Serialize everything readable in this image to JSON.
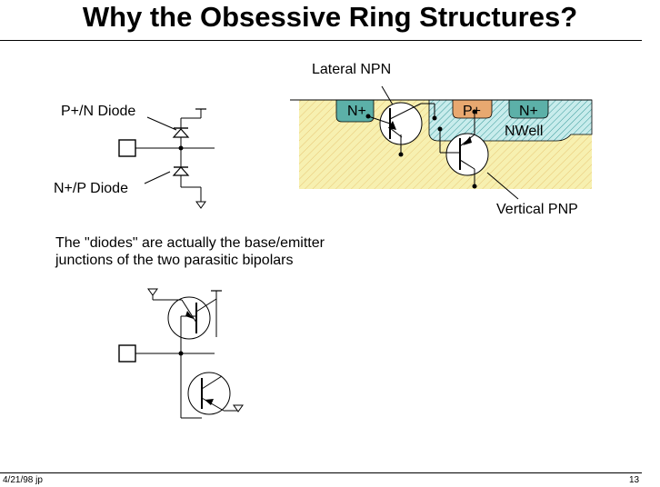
{
  "title": "Why the Obsessive Ring Structures?",
  "labels": {
    "lateral_npn": "Lateral NPN",
    "vertical_pnp": "Vertical PNP",
    "p_n_diode": "P+/N Diode",
    "n_p_diode": "N+/P Diode",
    "n_plus_left": "N+",
    "p_plus": "P+",
    "n_plus_right": "N+",
    "nwell": "NWell"
  },
  "paragraph": {
    "line1": "The \"diodes\" are actually the base/emitter",
    "line2": "junctions of the two parasitic bipolars"
  },
  "footer": {
    "date": "4/21/98 jp",
    "page": "13"
  },
  "colors": {
    "substrate_fill": "#f7f0b0",
    "substrate_hatch": "#e8c878",
    "nwell_fill": "#c8ecec",
    "nwell_hatch": "#3a9a9a",
    "n_plus_fill": "#5cb0a8",
    "p_plus_fill": "#e8a870"
  }
}
